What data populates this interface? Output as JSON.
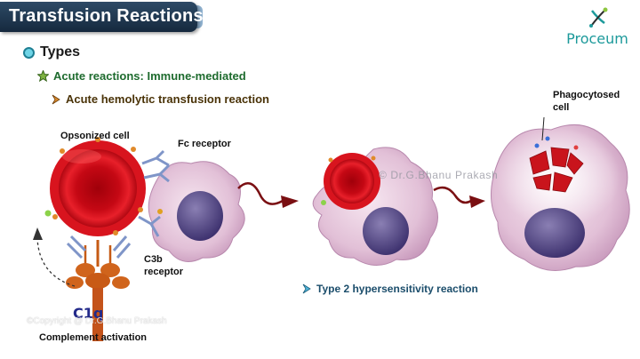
{
  "title": "Transfusion Reactions",
  "logo_text": "Proceum",
  "bullets": {
    "types": "Types",
    "acute": "Acute reactions: Immune-mediated",
    "hemolytic": "Acute hemolytic transfusion reaction"
  },
  "labels": {
    "opsonized_cell": "Opsonized cell",
    "fc_receptor": "Fc receptor",
    "c3b_receptor_line1": "C3b",
    "c3b_receptor_line2": "receptor",
    "c1q": "C1q",
    "complement_activation": "Complement activation",
    "phagocytosed_line1": "Phagocytosed",
    "phagocytosed_line2": "cell",
    "type2": "Type 2 hypersensitivity reaction"
  },
  "watermarks": {
    "copyright": "©Copyright @ Dr.G.Bhanu Prakash",
    "center": "© Dr.G.Bhanu Prakash"
  },
  "icons": {
    "types_bullet": "circle-bullet-icon",
    "acute_bullet": "star-icon",
    "hemolytic_bullet": "chevron-icon",
    "type2_bullet": "chevron-icon"
  },
  "colors": {
    "title_bg": "#1f3550",
    "rbc_red": "#d6101c",
    "macrophage_pink": "#e3c2d9",
    "nucleus_purple": "#5a4d88",
    "green_text": "#1e6b2e",
    "brown_text": "#4a3308",
    "logo_teal": "#1d9a9b"
  }
}
